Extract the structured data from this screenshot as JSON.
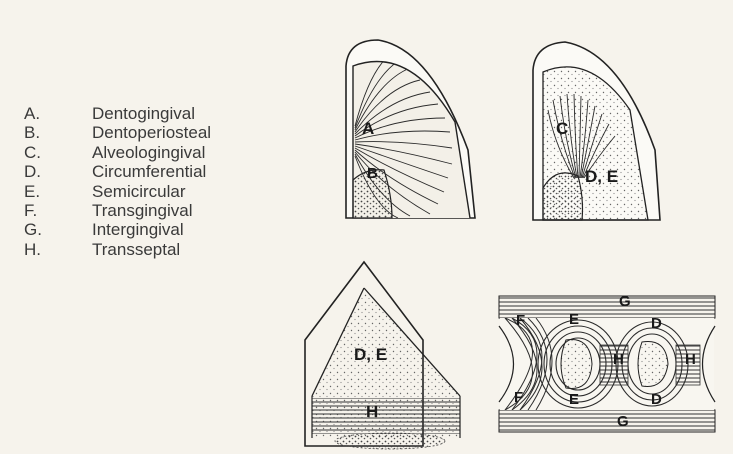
{
  "legend": [
    {
      "letter": "A.",
      "name": "Dentogingival"
    },
    {
      "letter": "B.",
      "name": "Dentoperiosteal"
    },
    {
      "letter": "C.",
      "name": "Alveologingival"
    },
    {
      "letter": "D.",
      "name": "Circumferential"
    },
    {
      "letter": "E.",
      "name": "Semicircular"
    },
    {
      "letter": "F.",
      "name": "Transgingival"
    },
    {
      "letter": "G.",
      "name": "Intergingival"
    },
    {
      "letter": "H.",
      "name": "Transseptal"
    }
  ],
  "labels": {
    "panel1_a": "A",
    "panel1_b": "B",
    "panel2_c": "C",
    "panel2_de": "D, E",
    "panel3_de": "D, E",
    "panel3_h": "H",
    "panel4_g_top": "G",
    "panel4_g_bottom": "G",
    "panel4_f_top": "F",
    "panel4_f_bottom": "F",
    "panel4_e_top": "E",
    "panel4_e_bottom": "E",
    "panel4_d_top": "D",
    "panel4_d_bottom": "D",
    "panel4_h_left": "H",
    "panel4_h_right": "H"
  }
}
